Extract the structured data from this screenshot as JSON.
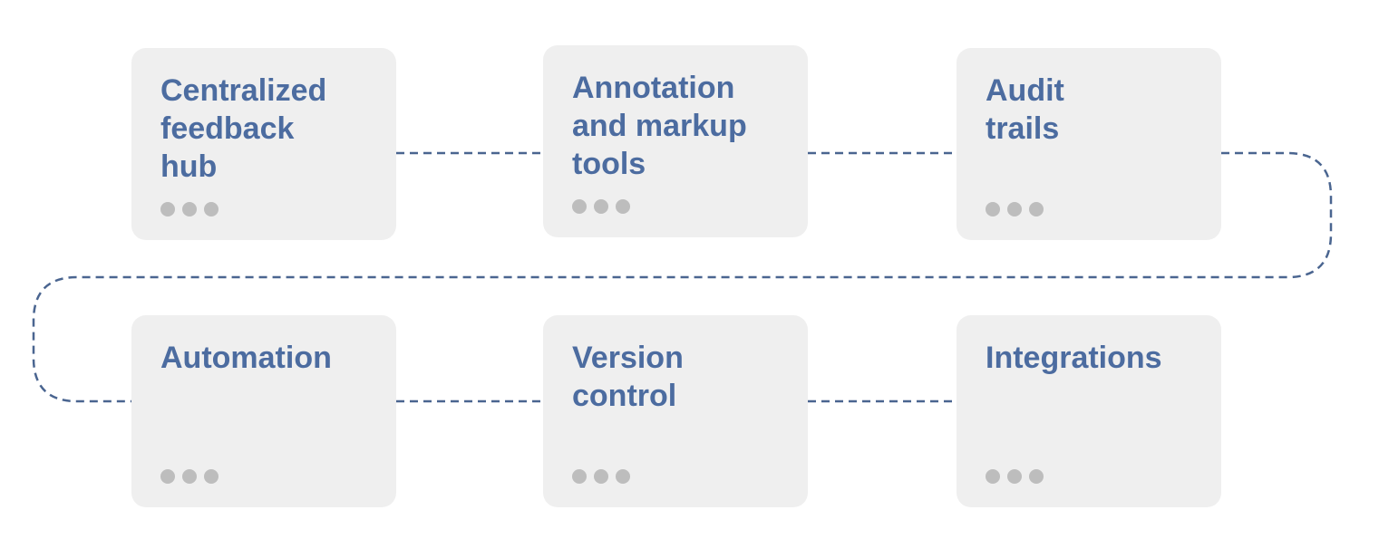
{
  "diagram": {
    "line_color": "#4a6590",
    "card_color": "#efefef",
    "title_color": "#4c6ca0",
    "dot_color": "#bdbdbd",
    "steps": [
      {
        "title": "Centralized\nfeedback\nhub"
      },
      {
        "title": "Annotation\nand markup\ntools"
      },
      {
        "title": "Audit\ntrails"
      },
      {
        "title": "Automation"
      },
      {
        "title": "Version\ncontrol"
      },
      {
        "title": "Integrations"
      }
    ]
  }
}
